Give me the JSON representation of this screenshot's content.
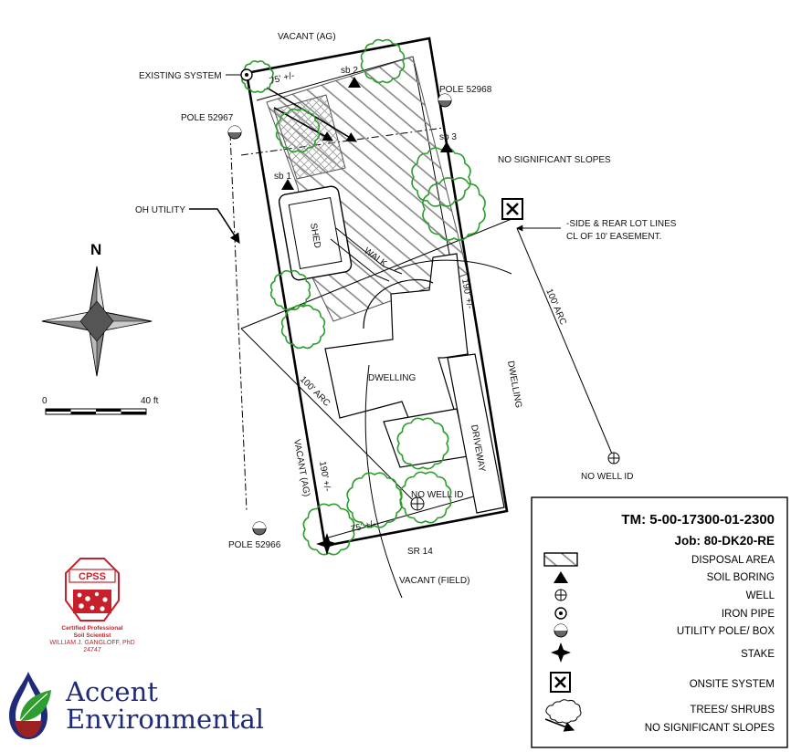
{
  "labels": {
    "vacant_ag_top": "VACANT (AG)",
    "existing_system": "EXISTING SYSTEM",
    "pole_52967": "POLE 52967",
    "pole_52968": "POLE 52968",
    "pole_52966": "POLE 52966",
    "oh_utility": "OH UTILITY",
    "no_significant_slopes": "NO SIGNIFICANT SLOPES",
    "lot_lines_1": "-SIDE & REAR LOT LINES",
    "lot_lines_2": "CL OF 10' EASEMENT.",
    "dist_75_top": "75' +/-",
    "dist_75_bottom": "75' +/-",
    "dist_190_right": "190' +/-",
    "dist_190_left": "190' +/-",
    "arc_100_right": "100' ARC",
    "arc_100_left": "100' ARC",
    "sb1": "sb 1",
    "sb2": "sb 2",
    "sb3": "sb 3",
    "shed": "SHED",
    "walk": "WALK",
    "dwelling_main": "DWELLING",
    "dwelling_neighbor": "DWELLING",
    "driveway": "DRIVEWAY",
    "no_well_id_right": "NO WELL ID",
    "no_well_id_bottom": "NO WELL ID",
    "vacant_ag_left": "VACANT (AG)",
    "sr14": "SR 14",
    "vacant_field": "VACANT (FIELD)"
  },
  "compass": {
    "north": "N"
  },
  "scale_bar": {
    "start": "0",
    "end": "40 ft"
  },
  "legend": {
    "tm": "TM: 5-00-17300-01-2300",
    "job": "Job: 80-DK20-RE",
    "items": [
      {
        "label": "DISPOSAL AREA",
        "icon": "hatched-rect-icon"
      },
      {
        "label": "SOIL BORING",
        "icon": "triangle-icon"
      },
      {
        "label": "WELL",
        "icon": "circle-cross-icon"
      },
      {
        "label": "IRON PIPE",
        "icon": "circle-dot-icon"
      },
      {
        "label": "UTILITY POLE/ BOX",
        "icon": "half-filled-circle-icon"
      },
      {
        "label": "STAKE",
        "icon": "four-point-star-icon"
      },
      {
        "label": "ONSITE SYSTEM",
        "icon": "boxed-x-icon"
      },
      {
        "label": "TREES/ SHRUBS",
        "icon": "scalloped-oval-icon"
      },
      {
        "label": "NO SIGNIFICANT SLOPES",
        "icon": "slope-arrow-icon"
      }
    ]
  },
  "cpss": {
    "abbr": "CPSS",
    "line1": "Certified Professional",
    "line2": "Soil Scientist",
    "name": "WILLIAM J. GANGLOFF, PhD",
    "number": "24747"
  },
  "brand": {
    "line1": "Accent",
    "line2": "Environmental"
  },
  "colors": {
    "tree": "#2e9e2e",
    "line": "#000000",
    "cpss_red": "#c8202a",
    "brand_blue": "#1f2a78"
  }
}
